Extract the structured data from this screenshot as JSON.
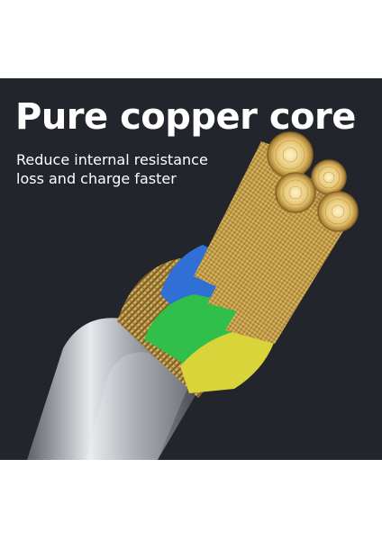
{
  "headline": "Pure copper core",
  "subtext": [
    "Reduce internal resistance",
    "loss and charge faster"
  ],
  "colors": {
    "background": "#22252b",
    "copper": "#c9a24b",
    "wire_blue": "#2f6fd6",
    "wire_green": "#2fbf4a",
    "wire_yellow": "#d8d43a",
    "metal_shell": "#b9bcc2"
  }
}
